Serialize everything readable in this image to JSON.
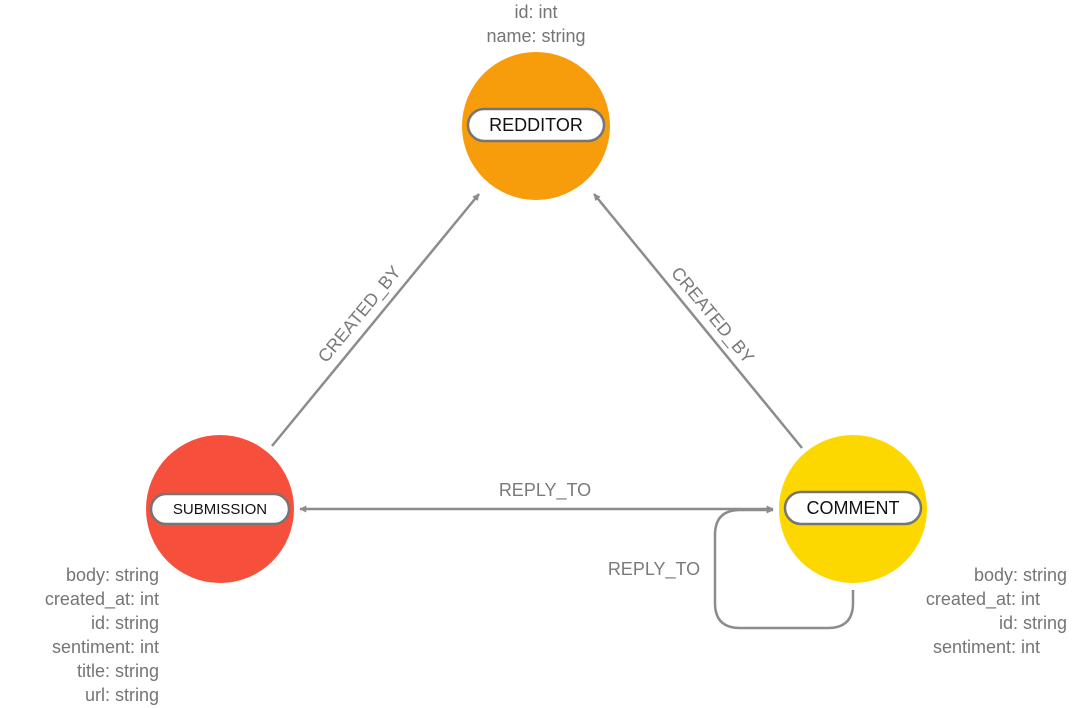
{
  "colors": {
    "redditor": "#f79c0a",
    "submission": "#f6503c",
    "comment": "#fcd800",
    "edge": "#8c8c8c",
    "pill_border": "#757575",
    "text": "#757575"
  },
  "nodes": {
    "redditor": {
      "label": "REDDITOR",
      "properties": [
        "id: int",
        "name: string"
      ]
    },
    "submission": {
      "label": "SUBMISSION",
      "properties": [
        "body: string",
        "created_at: int",
        "id: string",
        "sentiment: int",
        "title: string",
        "url: string"
      ]
    },
    "comment": {
      "label": "COMMENT",
      "properties": [
        "body: string",
        "created_at: int",
        "id: string",
        "sentiment: int"
      ]
    }
  },
  "edges": {
    "submission_created_by": {
      "label": "CREATED_BY"
    },
    "comment_created_by": {
      "label": "CREATED_BY"
    },
    "reply_to_submission": {
      "label": "REPLY_TO"
    },
    "reply_to_comment": {
      "label": "REPLY_TO"
    }
  }
}
